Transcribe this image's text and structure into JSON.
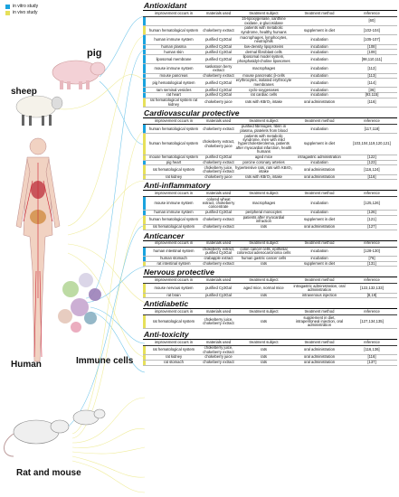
{
  "legend": {
    "in_vitro": "in vitro study",
    "in_vivo": "in vivo study",
    "in_vitro_color": "#1aa3de",
    "in_vivo_color": "#e6e05a"
  },
  "labels": {
    "pig": "pig",
    "sheep": "sheep",
    "human": "Human",
    "immune": "Immune cells",
    "rat": "Rat and mouse"
  },
  "headers": [
    "improvement occurs in",
    "materials used",
    "treatment subject",
    "treatment method",
    "reference"
  ],
  "sections": [
    {
      "title": "Antioxidant",
      "rows": [
        [
          "",
          "",
          "15-lipoxygenase, xanthine oxidase, α-glucosidase",
          "",
          "[60]",
          "b"
        ],
        [
          "human hematological system",
          "chokeberry extract",
          "patients with metabolic syndrome, healthy humans",
          "supplement in diet",
          "[102-104]",
          "y"
        ],
        [
          "human immune system",
          "purified Cy3Gal",
          "macrophages, lymphocytes, neutrophils",
          "incubation",
          "[105-107]",
          "b"
        ],
        [
          "human plasma",
          "purified Cy3Gal",
          "low-density lipoproteins",
          "incubation",
          "[108]",
          "b"
        ],
        [
          "human skin",
          "purified Cy3Gal",
          "dermal fibroblast cells",
          "incubation",
          "[109]",
          "b"
        ],
        [
          "liposomal membrane",
          "purified Cy3Gal",
          "liposomal model system, phosphatidyl-choline liposomes",
          "incubation",
          "[98,110,111]",
          "b"
        ],
        [
          "mouse immune system",
          "saskatoon berry extract",
          "macrophages",
          "incubation",
          "[112]",
          "b"
        ],
        [
          "mouse pancreas",
          "chokeberry extract",
          "mouse pancreatic β-cells",
          "incubation",
          "[113]",
          "b"
        ],
        [
          "pig hematological system",
          "purified Cy3Gal",
          "erythrocytes, isolated erythrocyte membranes",
          "incubation",
          "[114]",
          "b"
        ],
        [
          "ram seminal vesicles",
          "purified Cy3Gal",
          "cyclo-oxygenases",
          "incubation",
          "[36]",
          "b"
        ],
        [
          "rat heart",
          "purified Cy3Gal",
          "rat cardiac cells",
          "incubation",
          "[93,115]",
          "b"
        ],
        [
          "rat hematological system rat kidney",
          "chokeberry juice",
          "rats with KBrO₃ intake",
          "oral administration",
          "[116]",
          "y"
        ]
      ]
    },
    {
      "title": "Cardiovascular protective",
      "rows": [
        [
          "human hematological system",
          "chokeberry extract",
          "purified fibrinogen, fibrin in plasma, platelets from blood",
          "incubation",
          "[117,118]",
          "b"
        ],
        [
          "human hematological system",
          "chokeberry extract, chokeberry juice",
          "patients with metabolic syndrome, men with mild hypercholesterolemia, patients after myocardial infarction, health humans",
          "supplement in diet",
          "[103,104,119,120,121]",
          "y"
        ],
        [
          "mouse hematological system",
          "purified Cy3Gal",
          "aged mice",
          "intragastric administration",
          "[122]",
          "y"
        ],
        [
          "pig heart",
          "chokeberry extract",
          "porcine coronary arteries",
          "incubation",
          "[123]",
          "b"
        ],
        [
          "rat hematological system",
          "chokeberry juice, chokeberry extract",
          "hypertensive rats, rats with KBrO₃ intake",
          "oral administration",
          "[116,124]",
          "y"
        ],
        [
          "rat kidney",
          "chokeberry juice",
          "rats with KBrO₃ intake",
          "oral administration",
          "[116]",
          "y"
        ]
      ]
    },
    {
      "title": "Anti-inflammatory",
      "rows": [
        [
          "mouse immune system",
          "colored wheat extract, chokeberry concentrate",
          "macrophages",
          "incubation",
          "[125,126]",
          "b"
        ],
        [
          "human immune system",
          "purified Cy3Gal",
          "peripheral monocytes",
          "incubation",
          "[126]",
          "b"
        ],
        [
          "human hematological system",
          "chokeberry extract",
          "patients after myocardial infraction",
          "supplement in diet",
          "[121]",
          "y"
        ],
        [
          "rat hematological system",
          "chokeberry extract",
          "rats",
          "oral administration",
          "[127]",
          "y"
        ]
      ]
    },
    {
      "title": "Anticancer",
      "rows": [
        [
          "human intestinal system",
          "chokeberry extract, purified Cy3Gal",
          "colon cancer cells, epithelial colorectal adenocarcinoma cells",
          "incubation",
          "[128-130]",
          "b"
        ],
        [
          "human stomach",
          "crabapple extract",
          "human gastric cancer cells",
          "incubation",
          "[76]",
          "b"
        ],
        [
          "rat intestinal system",
          "chokeberry extract",
          "rats",
          "supplement in diet",
          "[131]",
          "y"
        ]
      ]
    },
    {
      "title": "Nervous protective",
      "rows": [
        [
          "mouse nervous system",
          "purified Cy3Gal",
          "aged mice, normal mice",
          "intragastric administration, oral administration",
          "[122,132,133]",
          "y"
        ],
        [
          "rat brain",
          "purified Cy3Gal",
          "rats",
          "intravenous injection",
          "[8,19]",
          "y"
        ]
      ]
    },
    {
      "title": "Antidiabetic",
      "rows": [
        [
          "rat hematological system",
          "chokeberry juice, chokeberry extract",
          "rats",
          "supplement in diet, intraperitoneal injection, oral administration",
          "[127,134,135]",
          "y"
        ]
      ]
    },
    {
      "title": "Anti-toxicity",
      "rows": [
        [
          "rat hematological system",
          "chokeberry juice, chokeberry extract",
          "rats",
          "oral administration",
          "[116,136]",
          "y"
        ],
        [
          "rat kidney",
          "chokeberry juice",
          "rats",
          "oral administration",
          "[116]",
          "y"
        ],
        [
          "rat stomach",
          "chokeberry extract",
          "rats",
          "oral administration",
          "[137]",
          "y"
        ]
      ]
    }
  ]
}
